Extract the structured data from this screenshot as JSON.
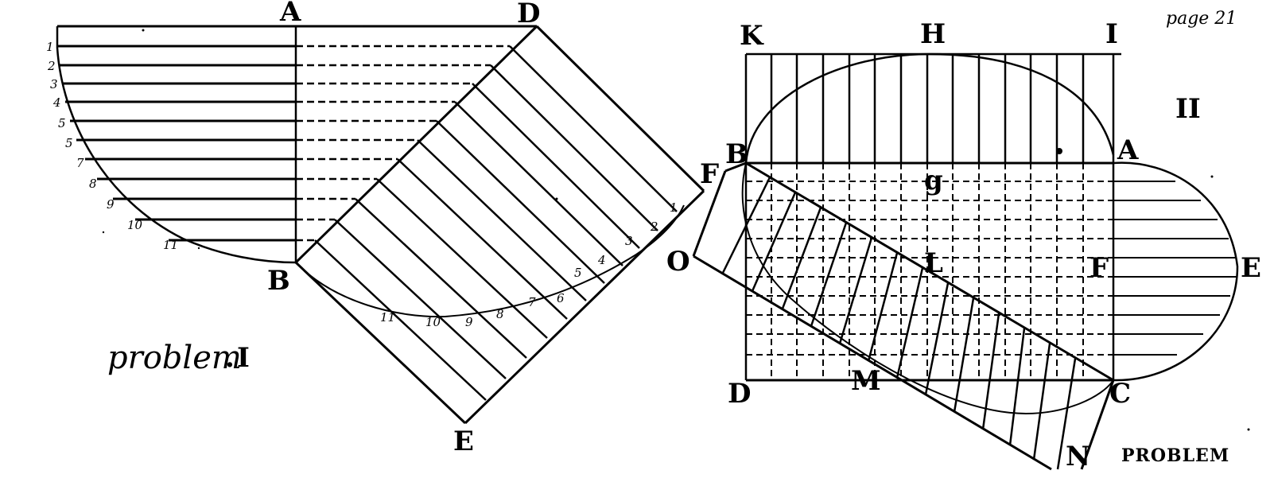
{
  "page_label": "page 21",
  "figure1": {
    "caption": "problem",
    "caption_numeral": "I",
    "points": {
      "A": "A",
      "B": "B",
      "D": "D",
      "E": "E"
    },
    "left_numbers": [
      "1",
      "2",
      "3",
      "4",
      "5",
      "5",
      "7",
      "8",
      "9",
      "10",
      "11"
    ],
    "curve_numbers": [
      "1",
      "2",
      "3",
      "4",
      "5",
      "6",
      "7",
      "8",
      "9",
      "10",
      "11"
    ]
  },
  "figure2": {
    "numeral": "II",
    "caption": "PROBLEM",
    "points": {
      "K": "K",
      "H": "H",
      "I": "I",
      "B": "B",
      "A": "A",
      "F_left": "F",
      "g": "g",
      "O": "O",
      "L": "L",
      "F": "F",
      "E": "E",
      "D": "D",
      "M": "M",
      "C": "C",
      "N": "N"
    }
  }
}
